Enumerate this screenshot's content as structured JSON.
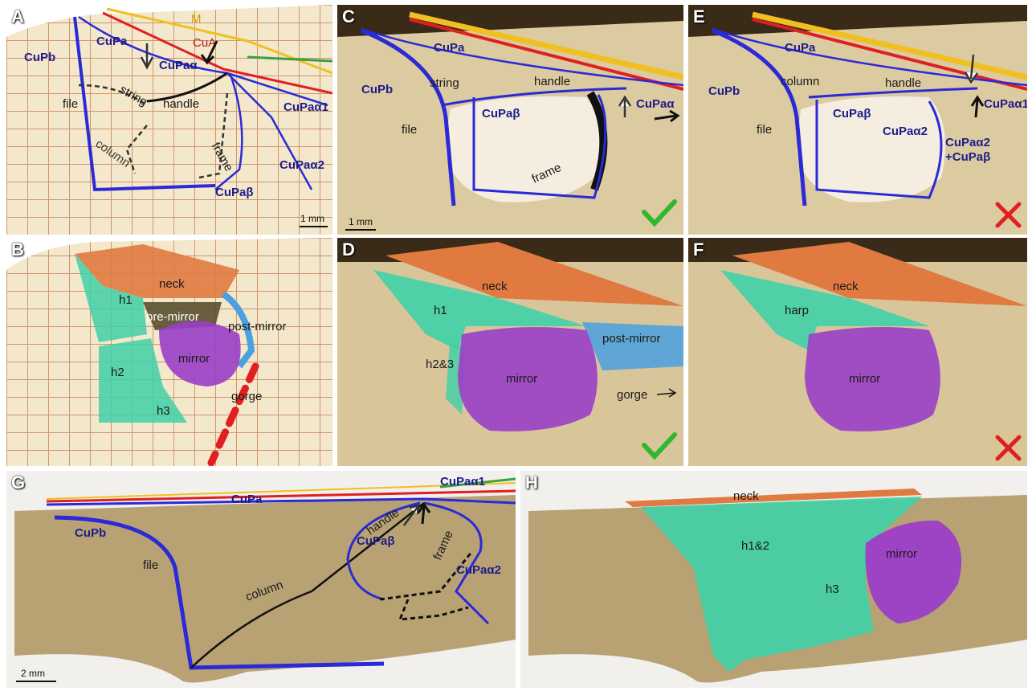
{
  "panels": {
    "A": {
      "letter": "A",
      "labels": {
        "M": "M",
        "CuA": "CuA",
        "CuPa": "CuPa",
        "CuPb": "CuPb",
        "CuPa_alpha": "CuPaα",
        "string": "string",
        "handle": "handle",
        "file": "file",
        "frame": "frame",
        "column": "column",
        "CuPa_alpha1": "CuPaα1",
        "CuPa_alpha2": "CuPaα2",
        "CuPa_beta": "CuPaβ"
      },
      "scale": "1 mm"
    },
    "B": {
      "letter": "B",
      "labels": {
        "neck": "neck",
        "h1": "h1",
        "pre_mirror": "pre-mirror",
        "post_mirror": "post-mirror",
        "mirror": "mirror",
        "h2": "h2",
        "h3": "h3",
        "gorge": "gorge"
      }
    },
    "C": {
      "letter": "C",
      "labels": {
        "CuPa": "CuPa",
        "CuPb": "CuPb",
        "string": "string",
        "handle": "handle",
        "CuPa_beta": "CuPaβ",
        "CuPa_alpha": "CuPaα",
        "file": "file",
        "frame": "frame"
      },
      "scale": "1 mm",
      "verdict": "correct"
    },
    "D": {
      "letter": "D",
      "labels": {
        "neck": "neck",
        "h1": "h1",
        "h2_3": "h2&3",
        "post_mirror": "post-mirror",
        "mirror": "mirror",
        "gorge": "gorge"
      },
      "verdict": "correct"
    },
    "E": {
      "letter": "E",
      "labels": {
        "CuPa": "CuPa",
        "CuPb": "CuPb",
        "column": "column",
        "handle": "handle",
        "CuPa_beta": "CuPaβ",
        "CuPa_alpha1": "CuPaα1",
        "CuPa_alpha2": "CuPaα2",
        "combined_a": "CuPaα2",
        "combined_b": "+CuPaβ",
        "file": "file"
      },
      "verdict": "incorrect"
    },
    "F": {
      "letter": "F",
      "labels": {
        "neck": "neck",
        "harp": "harp",
        "mirror": "mirror"
      },
      "verdict": "incorrect"
    },
    "G": {
      "letter": "G",
      "labels": {
        "CuPa_alpha1": "CuPaα1",
        "CuPa": "CuPa",
        "CuPb": "CuPb",
        "handle": "handle",
        "CuPa_beta": "CuPaβ",
        "frame": "frame",
        "CuPa_alpha2": "CuPaα2",
        "file": "file",
        "column": "column"
      },
      "scale": "2 mm"
    },
    "H": {
      "letter": "H",
      "labels": {
        "neck": "neck",
        "h1_2": "h1&2",
        "mirror": "mirror",
        "h3": "h3"
      }
    }
  },
  "colors": {
    "vein_blue": "#2a2ad6",
    "vein_red": "#e02020",
    "vein_yellow": "#f0c020",
    "vein_green": "#3aa040",
    "neck": "#e07a40",
    "harp": "#40d0a8",
    "mirror": "#9a3fc8",
    "post_mirror": "#4aa0e0",
    "pre_mirror": "#5a5030",
    "check": "#2eb82e",
    "cross": "#e02020"
  }
}
